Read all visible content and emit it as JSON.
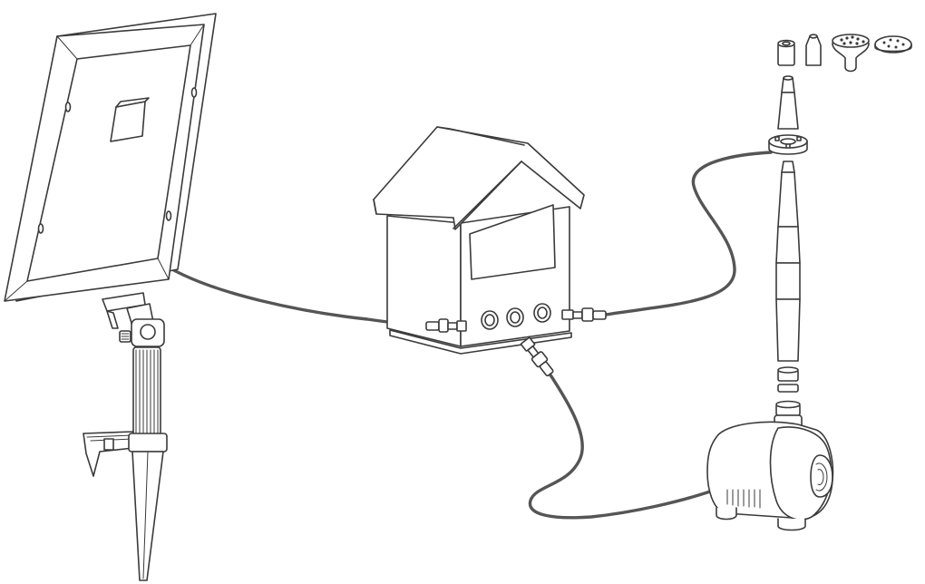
{
  "diagram": {
    "components": [
      {
        "id": "solar-panel",
        "icon": "solar-panel-icon"
      },
      {
        "id": "ground-stake",
        "icon": "ground-stake-icon"
      },
      {
        "id": "control-box",
        "icon": "control-box-icon"
      },
      {
        "id": "fountain-tube",
        "icon": "fountain-tube-icon"
      },
      {
        "id": "nozzle-set",
        "icon": "nozzle-set-icon"
      },
      {
        "id": "water-pump",
        "icon": "water-pump-icon"
      }
    ],
    "connections": [
      {
        "from": "solar-panel",
        "to": "control-box"
      },
      {
        "from": "control-box",
        "to": "fountain-tube"
      },
      {
        "from": "control-box",
        "to": "water-pump"
      }
    ],
    "colors": {
      "line": "#3a3a3a",
      "cable": "#555555",
      "background": "#ffffff"
    }
  }
}
